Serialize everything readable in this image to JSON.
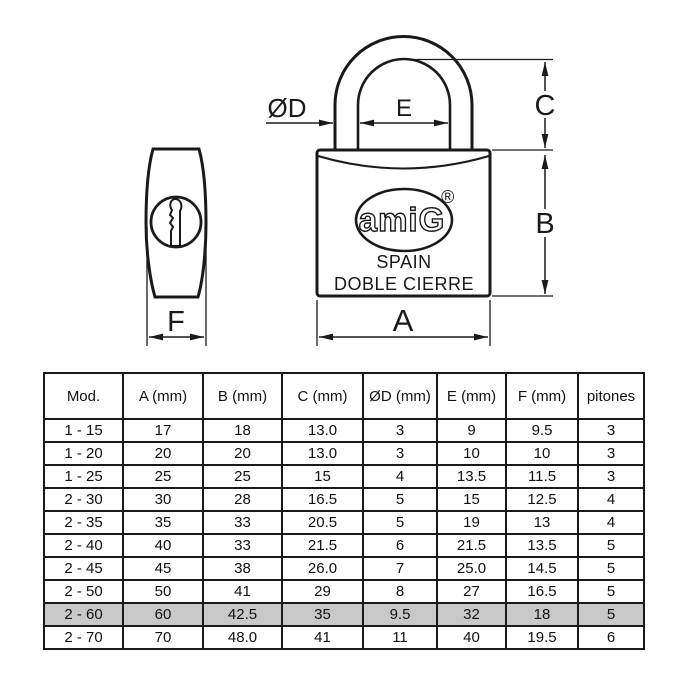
{
  "page": {
    "background": "#ffffff"
  },
  "diagram": {
    "line_color": "#1a1a1a",
    "dim_labels": {
      "A": "A",
      "B": "B",
      "C": "C",
      "OD": "ØD",
      "E": "E",
      "F": "F"
    },
    "logo": {
      "brand": "amiG",
      "registered": "®",
      "country": "SPAIN",
      "line2": "DOBLE CIERRE"
    }
  },
  "table": {
    "headers": [
      "Mod.",
      "A (mm)",
      "B (mm)",
      "C (mm)",
      "ØD (mm)",
      "E (mm)",
      "F (mm)",
      "pitones"
    ],
    "rows": [
      {
        "cells": [
          "1 - 15",
          "17",
          "18",
          "13.0",
          "3",
          "9",
          "9.5",
          "3"
        ],
        "highlighted": false
      },
      {
        "cells": [
          "1 - 20",
          "20",
          "20",
          "13.0",
          "3",
          "10",
          "10",
          "3"
        ],
        "highlighted": false
      },
      {
        "cells": [
          "1 - 25",
          "25",
          "25",
          "15",
          "4",
          "13.5",
          "11.5",
          "3"
        ],
        "highlighted": false
      },
      {
        "cells": [
          "2 - 30",
          "30",
          "28",
          "16.5",
          "5",
          "15",
          "12.5",
          "4"
        ],
        "highlighted": false
      },
      {
        "cells": [
          "2 - 35",
          "35",
          "33",
          "20.5",
          "5",
          "19",
          "13",
          "4"
        ],
        "highlighted": false
      },
      {
        "cells": [
          "2 - 40",
          "40",
          "33",
          "21.5",
          "6",
          "21.5",
          "13.5",
          "5"
        ],
        "highlighted": false
      },
      {
        "cells": [
          "2 - 45",
          "45",
          "38",
          "26.0",
          "7",
          "25.0",
          "14.5",
          "5"
        ],
        "highlighted": false
      },
      {
        "cells": [
          "2 - 50",
          "50",
          "41",
          "29",
          "8",
          "27",
          "16.5",
          "5"
        ],
        "highlighted": false
      },
      {
        "cells": [
          "2 - 60",
          "60",
          "42.5",
          "35",
          "9.5",
          "32",
          "18",
          "5"
        ],
        "highlighted": true
      },
      {
        "cells": [
          "2 - 70",
          "70",
          "48.0",
          "41",
          "11",
          "40",
          "19.5",
          "6"
        ],
        "highlighted": false
      }
    ],
    "highlight_color": "#c8c8c8"
  }
}
